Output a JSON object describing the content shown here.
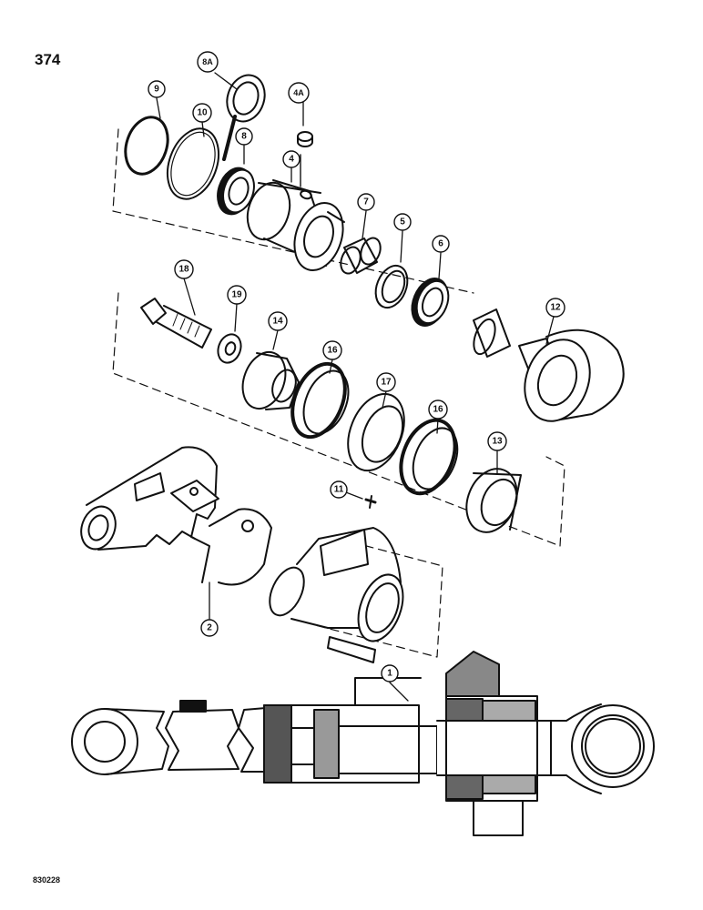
{
  "page_number": "374",
  "figure_code": "830228",
  "callouts": {
    "c9": "9",
    "c8A": "8A",
    "c10": "10",
    "c8": "8",
    "c4A": "4A",
    "c4": "4",
    "c7": "7",
    "c5": "5",
    "c6": "6",
    "c18": "18",
    "c19": "19",
    "c14": "14",
    "c16a": "16",
    "c17": "17",
    "c16b": "16",
    "c13": "13",
    "c12": "12",
    "c11": "11",
    "c2": "2",
    "c1": "1"
  }
}
